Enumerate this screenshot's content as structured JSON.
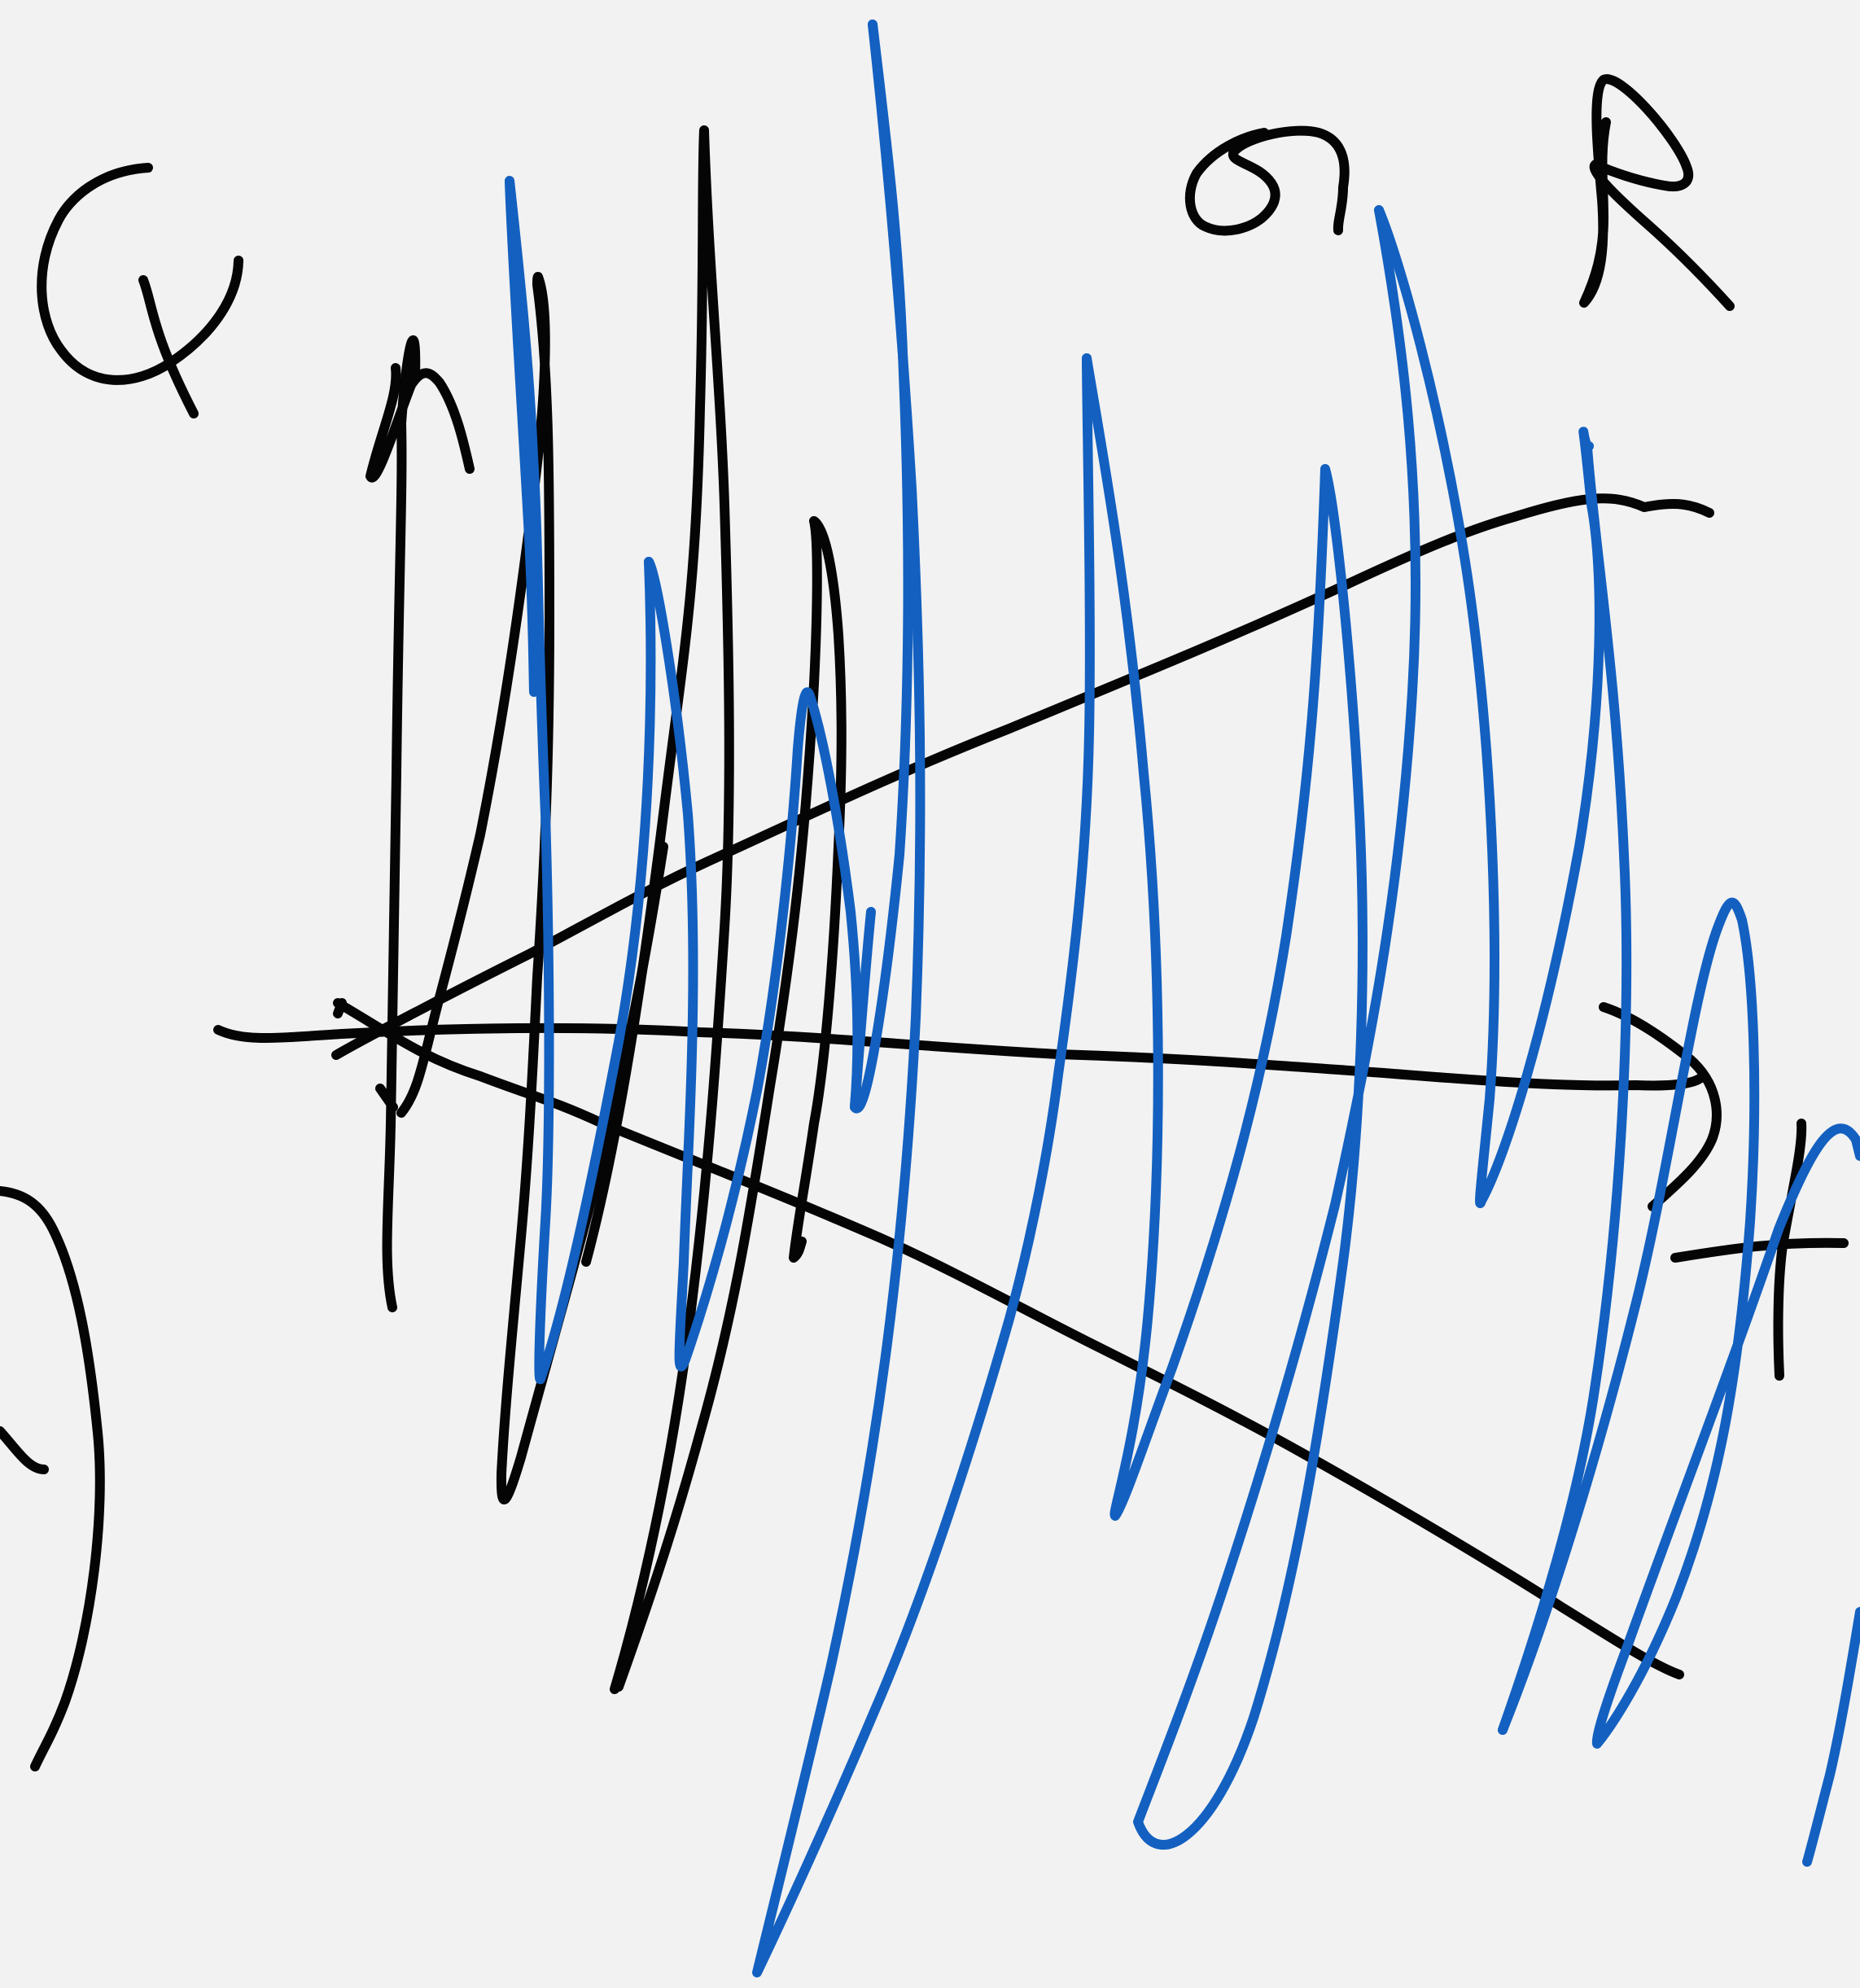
{
  "diagram": {
    "background_color": "#f2f2f2",
    "ink_colors": {
      "black": "#050505",
      "blue": "#1360c0"
    },
    "handwritten_marks": [
      "φ",
      "η",
      "σ",
      "R"
    ],
    "strokes": [
      {
        "name": "phi-symbol",
        "color": "black"
      },
      {
        "name": "eta-symbol",
        "color": "black"
      },
      {
        "name": "sigma-symbol",
        "color": "black"
      },
      {
        "name": "r-symbol",
        "color": "black"
      },
      {
        "name": "vertical-axis-arrow",
        "color": "black"
      },
      {
        "name": "horizontal-axis",
        "color": "black"
      },
      {
        "name": "upper-diagonal-ray",
        "color": "black"
      },
      {
        "name": "lower-diagonal-ray",
        "color": "black"
      },
      {
        "name": "origin-cross",
        "color": "black"
      },
      {
        "name": "black-oscillation-1",
        "color": "black"
      },
      {
        "name": "black-oscillation-2",
        "color": "black"
      },
      {
        "name": "black-oscillation-3",
        "color": "black"
      },
      {
        "name": "right-arrowhead",
        "color": "black"
      },
      {
        "name": "right-edge-mark",
        "color": "black"
      },
      {
        "name": "left-edge-curve",
        "color": "black"
      },
      {
        "name": "blue-oscillation-1",
        "color": "blue"
      },
      {
        "name": "blue-oscillation-2",
        "color": "blue"
      },
      {
        "name": "blue-oscillation-3",
        "color": "blue"
      },
      {
        "name": "blue-oscillation-4",
        "color": "blue"
      },
      {
        "name": "blue-oscillation-5",
        "color": "blue"
      },
      {
        "name": "blue-oscillation-6",
        "color": "blue"
      },
      {
        "name": "blue-oscillation-7",
        "color": "blue"
      },
      {
        "name": "blue-oscillation-8",
        "color": "blue"
      }
    ]
  }
}
